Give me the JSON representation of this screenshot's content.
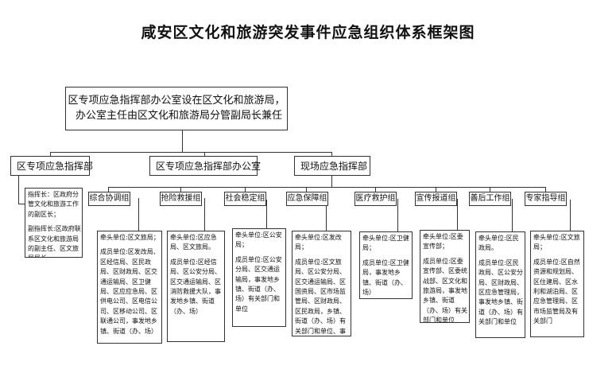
{
  "title": "咸安区文化和旅游突发事件应急组织体系框架图",
  "top_box": {
    "line1": "区专项应急指挥部办公室设在区文化和旅游局，",
    "line2": "办公室主任由区文化和旅游局分管副局长兼任"
  },
  "headquarters": [
    {
      "label": "区专项应急指挥部"
    },
    {
      "label": "区专项应急指挥部办公室"
    },
    {
      "label": "现场应急指挥部"
    }
  ],
  "commander_box": {
    "commander": "指挥长：区政府分管文化和旅游工作的副区长；",
    "deputy": "副指挥长:区政府联系区文化和旅游局的副主任、区文旅局局长"
  },
  "groups": [
    {
      "name": "综合协调组",
      "lead": "牵头单位:区文旅局；",
      "members": "成员单位:区发改局、区经信局、区民政局、区财政局、区交通运输局、区卫健局、区应应急局、区供电公司、区电信公司、区移动公司、区联通公司，事发地乡镇、街道（办、场）"
    },
    {
      "name": "抢险救援组",
      "lead": "牵头单位:区应急局、区文旅局。",
      "members": "成员单位:区经信局、区公安分局、区交通运输局、区消防救援大队，事发地乡镇、街道（办、场）"
    },
    {
      "name": "社会稳定组",
      "lead": "牵头单位:区公安局；",
      "members": "成员单位:区公安分局、区交通运输局，事发地乡镇、街道（办、场）有关部门和单位"
    },
    {
      "name": "应急保障组",
      "lead": "牵头单位:区发改局；",
      "members": "成员单位:区文旅局、区公安分局、区交通运输局、区国资局、区市场监管局、区财政局、区民政局，乡镇、街道（办、场）有关部门和单位、事故单位"
    },
    {
      "name": "医疗救护组",
      "lead": "牵头单位:区卫健局；",
      "members": "成员单位:区卫健局，事发地乡镇、街道（办、场）"
    },
    {
      "name": "宣传报道组",
      "lead": "牵头单位:区委宣传部；",
      "members": "成员单位:区委宣传部、区委统战部、区文化和旅游局，事发地乡镇、街道（办、场）有关部门和单位"
    },
    {
      "name": "善后工作组",
      "lead": "牵头单位:区民政局。",
      "members": "成员单位:区民政局、区公安分局、区财政局、区应急管理局，事发地乡镇、街道（办、场）有关部门和单位"
    },
    {
      "name": "专家指导组",
      "lead": "牵头单位:区文旅局；",
      "members": "成员单位:区自然资源和规划局、区住建局、区水利和湖泊局、区应急管理局、区市场监管局及有关部门"
    }
  ]
}
